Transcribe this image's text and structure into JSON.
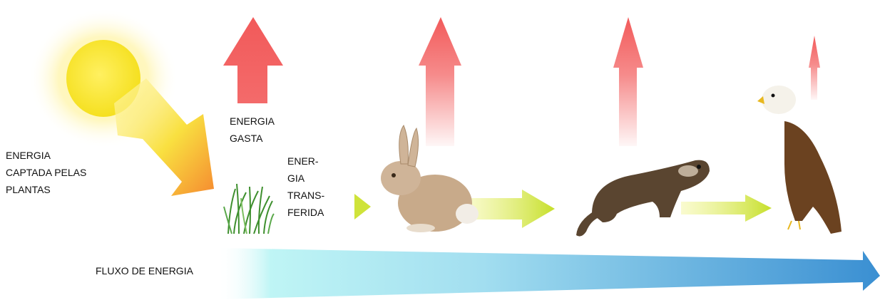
{
  "labels": {
    "energia_captada": "ENERGIA\nCAPTADA PELAS\nPLANTAS",
    "energia_gasta": "ENERGIA\nGASTA",
    "energia_transferida": "ENER-\nGIA\nTRANS-\nFERIDA",
    "fluxo_de_energia": "FLUXO DE ENERGIA"
  },
  "food_chain": [
    "sun",
    "grass",
    "rabbit",
    "ferret",
    "eagle"
  ],
  "colors": {
    "sun": "#ffe94a",
    "spent_arrow": "#f25a5a",
    "transfer_arrow": "#d8e830",
    "flow_start": "#c9f6f6",
    "flow_end": "#3a8fd2",
    "grass": "#3e8f2e",
    "rabbit": "#c8aa8a",
    "ferret": "#5a4530",
    "eagle": "#6b4220"
  }
}
